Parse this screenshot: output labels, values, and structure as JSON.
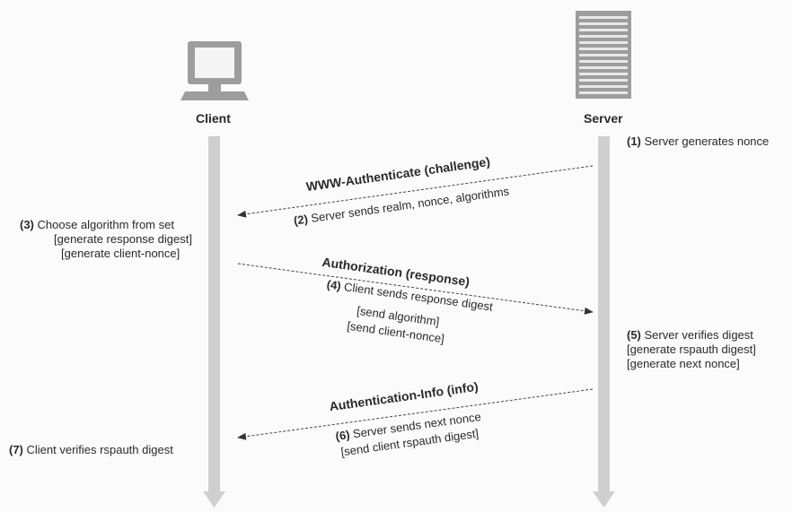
{
  "actors": {
    "client": "Client",
    "server": "Server"
  },
  "steps": {
    "s1": {
      "num": "(1)",
      "text": "Server generates nonce"
    },
    "s2": {
      "num": "(2)",
      "text": "Server sends realm, nonce, algorithms"
    },
    "s3": {
      "num": "(3)",
      "text": "Choose algorithm from set",
      "sub1": "[generate response digest]",
      "sub2": "[generate client-nonce]"
    },
    "s4": {
      "num": "(4)",
      "text": "Client sends response digest",
      "sub1": "[send algorithm]",
      "sub2": "[send client-nonce]"
    },
    "s5": {
      "num": "(5)",
      "text": "Server verifies digest",
      "sub1": "[generate rspauth digest]",
      "sub2": "[generate next nonce]"
    },
    "s6": {
      "num": "(6)",
      "text": "Server sends next nonce",
      "sub1": "[send client rspauth digest]"
    },
    "s7": {
      "num": "(7)",
      "text": "Client verifies rspauth digest"
    }
  },
  "messages": {
    "m1": "WWW-Authenticate (challenge)",
    "m2": "Authorization (response)",
    "m3": "Authentication-Info (info)"
  }
}
